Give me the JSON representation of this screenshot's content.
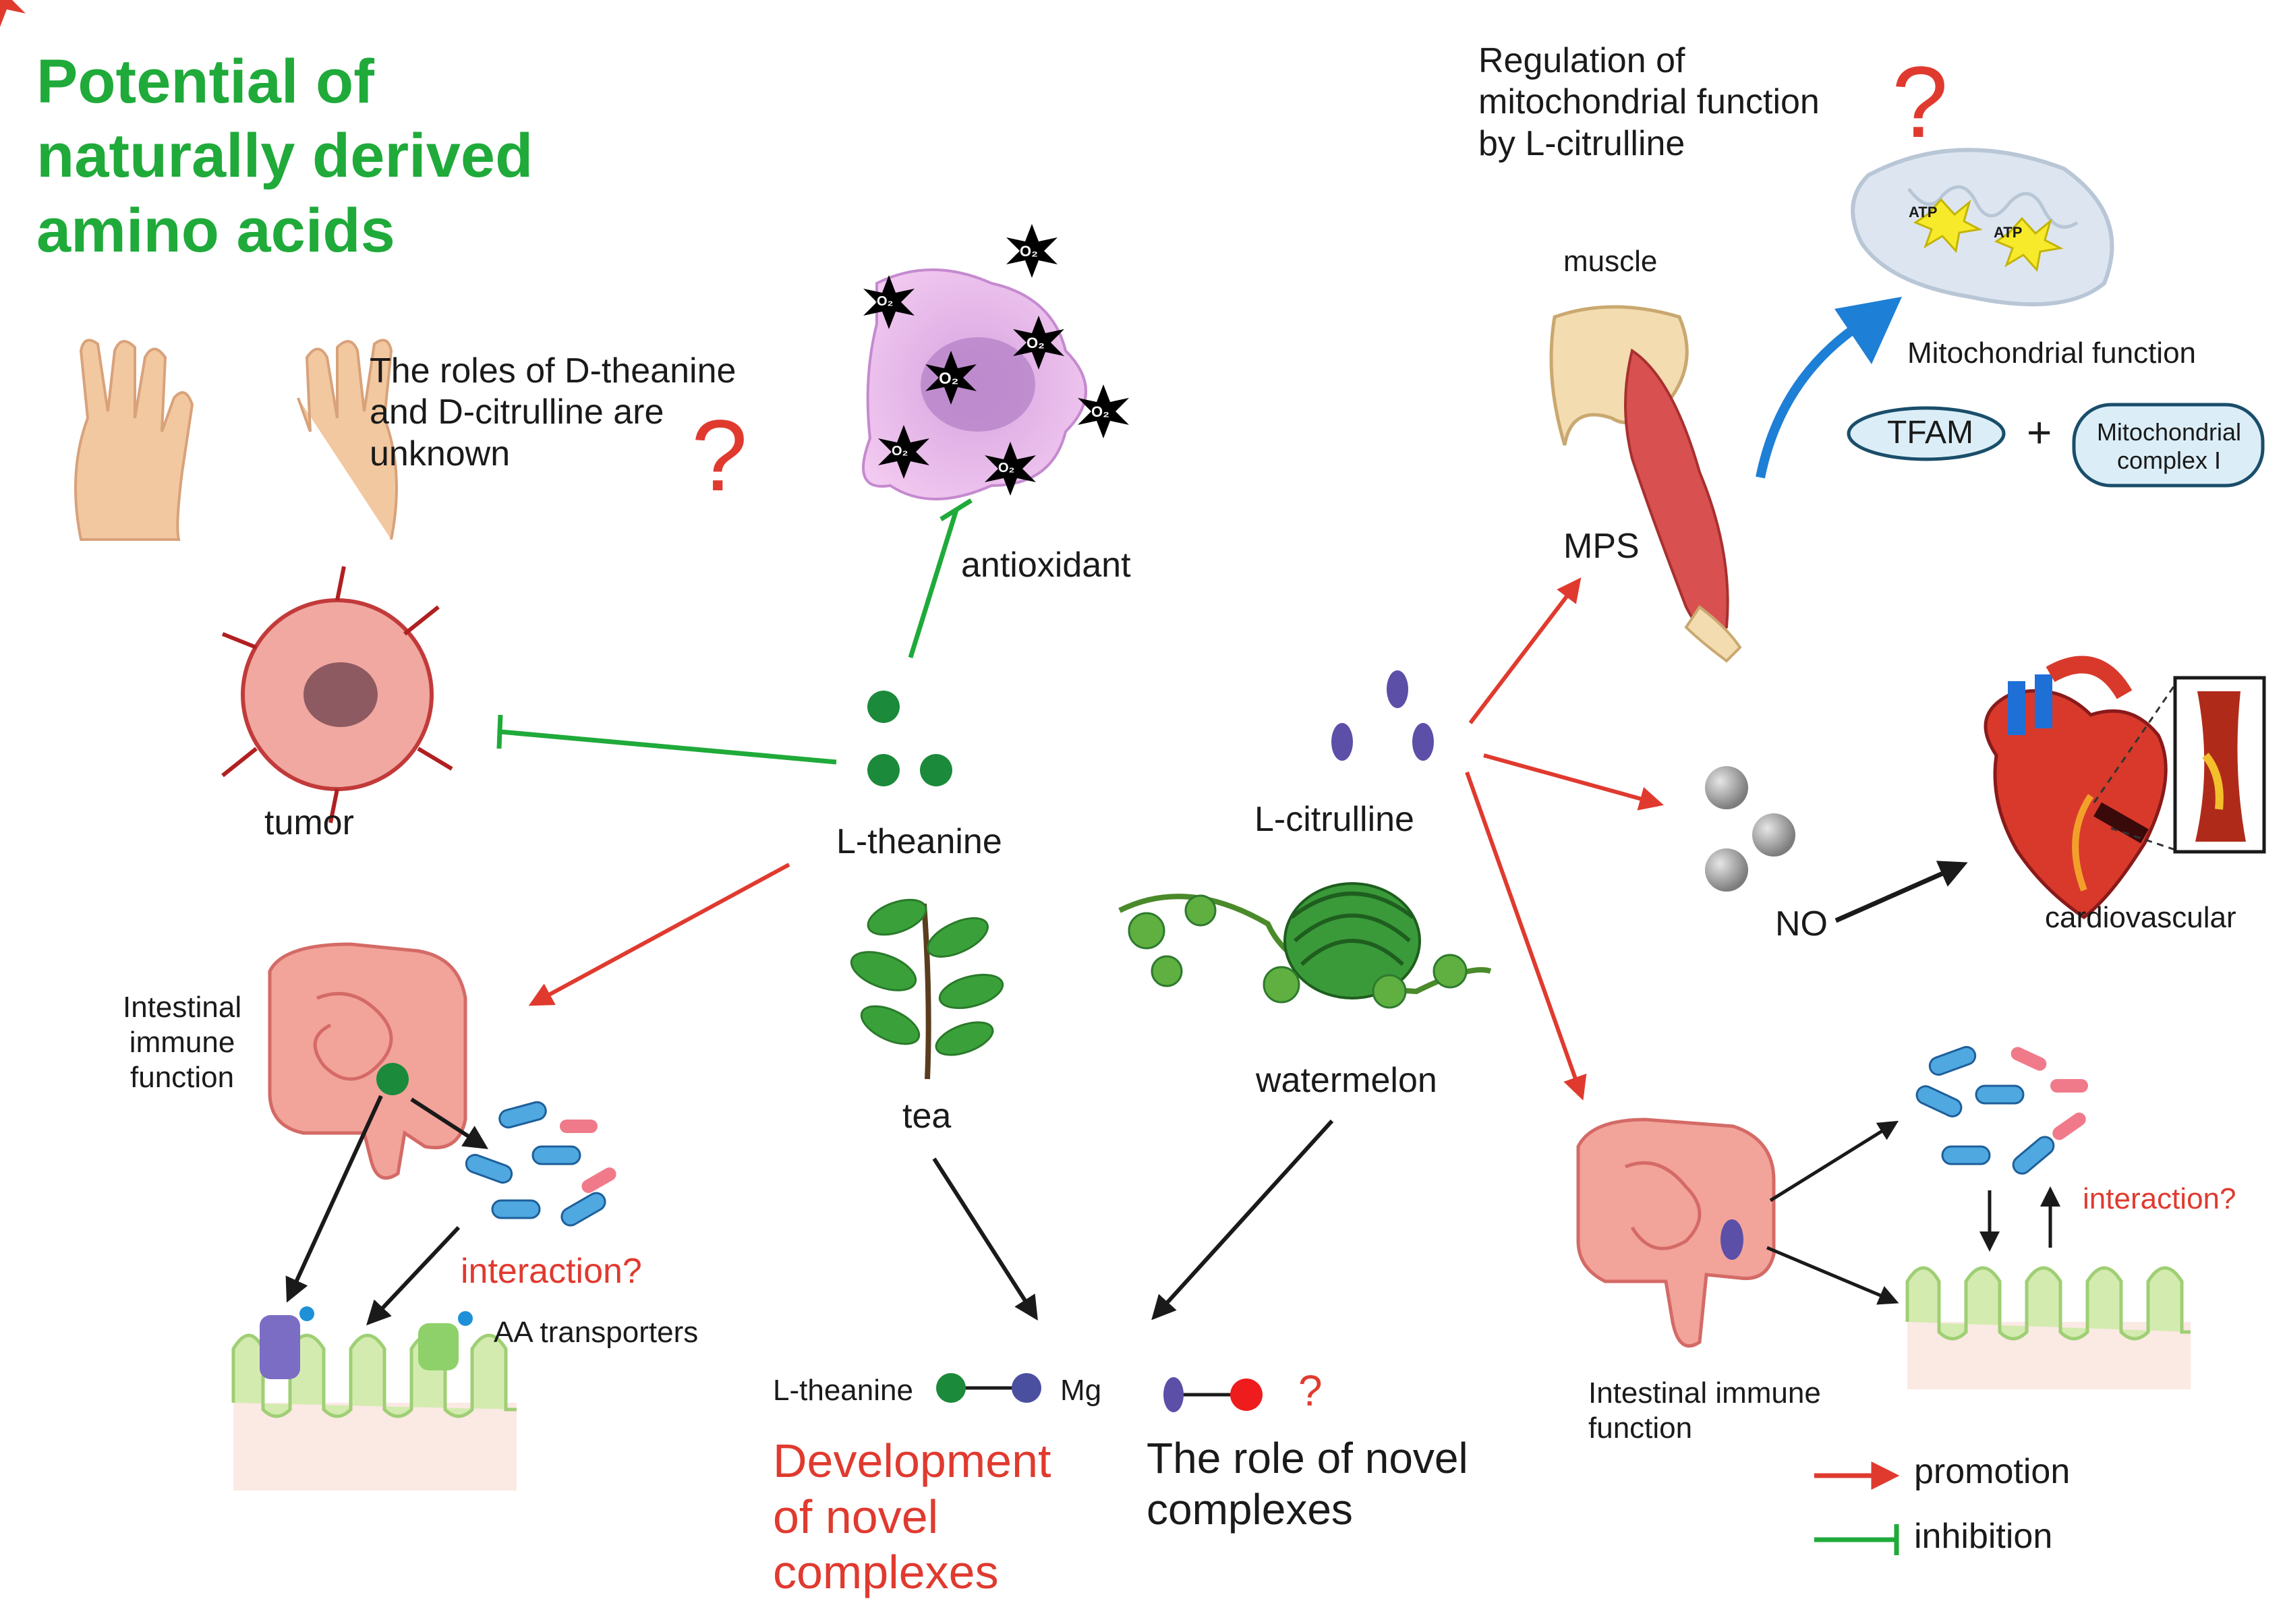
{
  "title": "Potential of\nnaturally derived\namino acids",
  "labels": {
    "d_roles": "The roles of D-theanine\nand D-citrulline are\nunknown",
    "question_mark": "?",
    "antioxidant": "antioxidant",
    "o2": "O₂",
    "tumor": "tumor",
    "l_theanine": "L-theanine",
    "l_citrulline": "L-citrulline",
    "tea": "tea",
    "watermelon": "watermelon",
    "intestinal_left": "Intestinal\nimmune\nfunction",
    "interaction_left": "interaction?",
    "aa_transporters": "AA transporters",
    "complex_theanine": "L-theanine",
    "complex_mg": "Mg",
    "complex_question": "?",
    "development": "Development\nof novel\ncomplexes",
    "role_novel": "The role of novel\ncomplexes",
    "regulation": "Regulation of\nmitochondrial function\nby L-citrulline",
    "atp": "ATP",
    "muscle": "muscle",
    "mps": "MPS",
    "mito_function": "Mitochondrial function",
    "tfam": "TFAM",
    "plus": "+",
    "complex_i": "Mitochondrial\ncomplex I",
    "no": "NO",
    "cardiovascular": "cardiovascular",
    "intestinal_right": "Intestinal immune\nfunction",
    "interaction_right": "interaction?",
    "legend_promotion": "promotion",
    "legend_inhibition": "inhibition"
  },
  "colors": {
    "title_green": "#1faa3a",
    "promotion_red": "#e03a2f",
    "inhibition_green": "#1faa3a",
    "theanine_green": "#1b8a3a",
    "citrulline_purple": "#5b4fa8",
    "mito_blue": "#1e7fd6"
  }
}
